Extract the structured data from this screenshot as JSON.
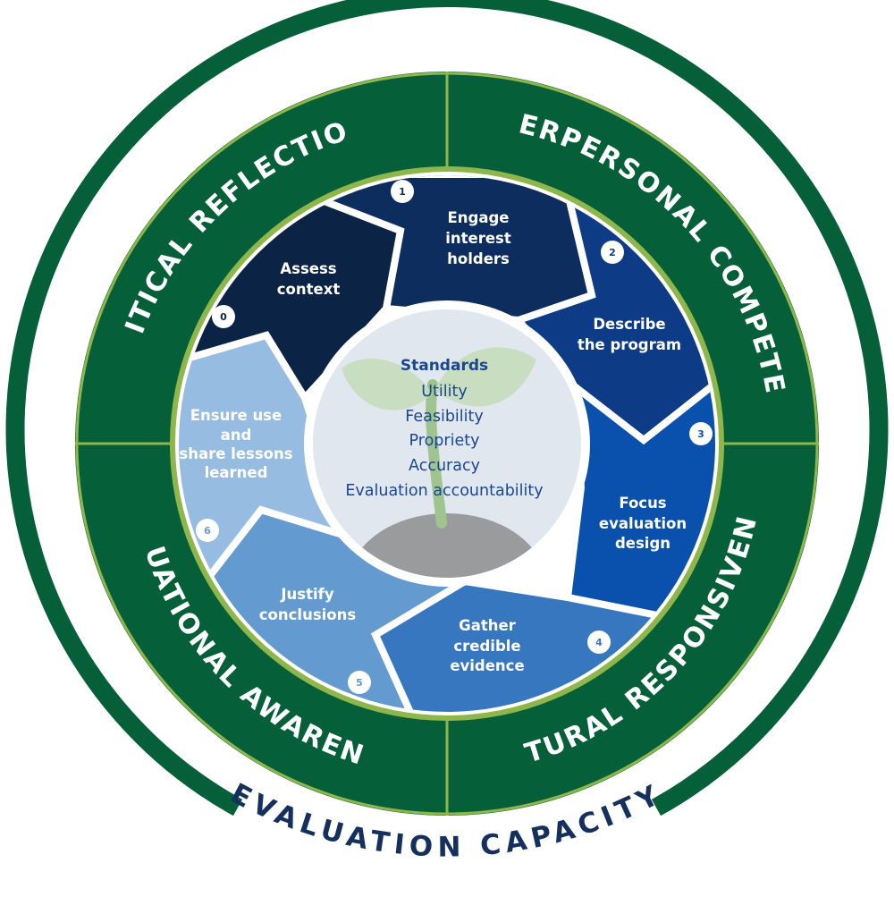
{
  "outer_label": "EVALUATION CAPACITY",
  "ring_labels": {
    "top_left": "CRITICAL REFLECTION",
    "top_right": "INTERPERSONAL COMPETENCE",
    "bottom_right": "CULTURAL RESPONSIVENESS",
    "bottom_left": "SITUATIONAL AWARENESS"
  },
  "steps": [
    {
      "number": "0",
      "lines": [
        "Assess",
        "context"
      ]
    },
    {
      "number": "1",
      "lines": [
        "Engage",
        "interest",
        "holders"
      ]
    },
    {
      "number": "2",
      "lines": [
        "Describe",
        "the program"
      ]
    },
    {
      "number": "3",
      "lines": [
        "Focus",
        "evaluation",
        "design"
      ]
    },
    {
      "number": "4",
      "lines": [
        "Gather",
        "credible",
        "evidence"
      ]
    },
    {
      "number": "5",
      "lines": [
        "Justify",
        "conclusions"
      ]
    },
    {
      "number": "6",
      "lines": [
        "Ensure use",
        "and",
        "share lessons",
        "learned"
      ]
    }
  ],
  "standards": {
    "title": "Standards",
    "items": [
      "Utility",
      "Feasibility",
      "Propriety",
      "Accuracy",
      "Evaluation accountability"
    ]
  },
  "colors": {
    "ring_green": "#05603a",
    "accent_green": "#8fb64a",
    "title_navy": "#15305c",
    "step_fills": [
      "#0b2446",
      "#0d2d5f",
      "#0d3b86",
      "#0a50ad",
      "#3777bf",
      "#639bd0",
      "#97bce2"
    ]
  }
}
